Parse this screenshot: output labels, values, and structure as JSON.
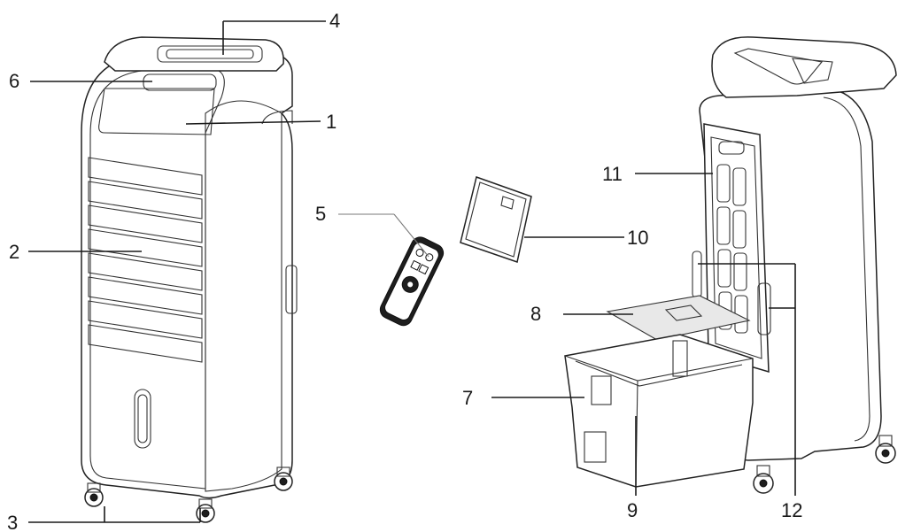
{
  "callouts": {
    "c1": "1",
    "c2": "2",
    "c3": "3",
    "c4": "4",
    "c5": "5",
    "c6": "6",
    "c7": "7",
    "c8": "8",
    "c9": "9",
    "c10": "10",
    "c11": "11",
    "c12": "12"
  },
  "parts": {
    "front_unit": "air-cooler-front-view",
    "rear_unit": "air-cooler-rear-view-opened",
    "remote": "remote-control-icon",
    "ice_pack": "ice-pack-icon",
    "water_tank": "water-tank-icon",
    "tank_lid": "tank-lid-icon",
    "filter": "cooling-filter-icon"
  }
}
